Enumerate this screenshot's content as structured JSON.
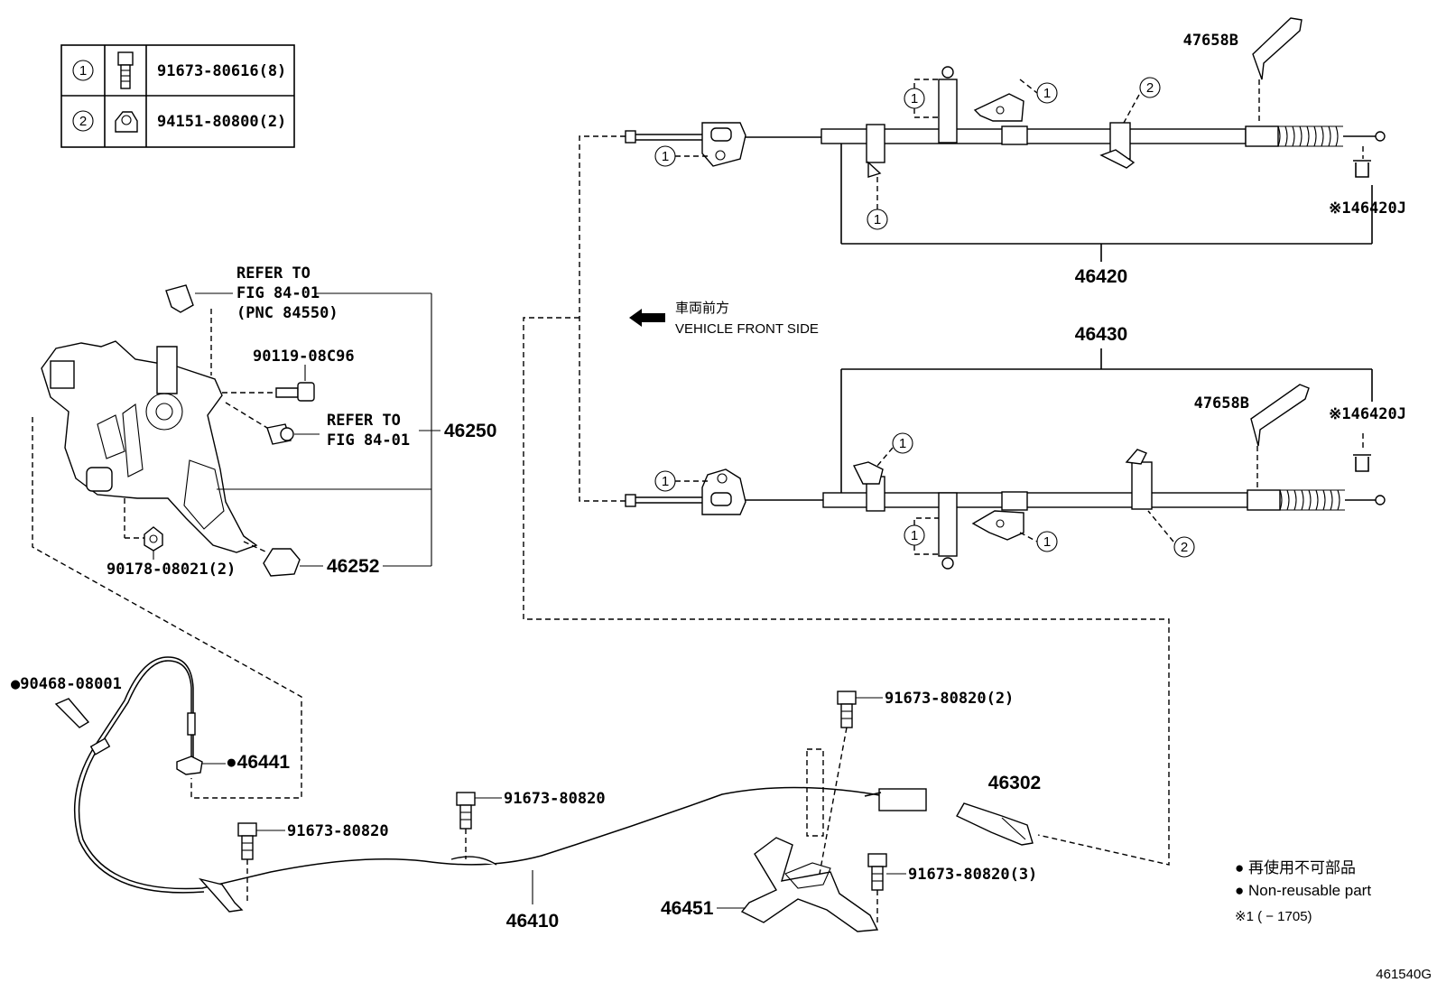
{
  "legend_table": {
    "rows": [
      {
        "mark": "1",
        "part": "91673-80616(8)"
      },
      {
        "mark": "2",
        "part": "94151-80800(2)"
      }
    ]
  },
  "direction": {
    "japanese": "車両前方",
    "english": "VEHICLE FRONT SIDE"
  },
  "callouts": {
    "p47658b_top": "47658B",
    "p46420j_top": "※146420J",
    "p46420": "46420",
    "p46430": "46430",
    "p47658b_bot": "47658B",
    "p46420j_bot": "※146420J",
    "refer1_l1": "REFER TO",
    "refer1_l2": "FIG 84-01",
    "refer1_l3": "(PNC 84550)",
    "p90119": "90119-08C96",
    "refer2_l1": "REFER TO",
    "refer2_l2": "FIG 84-01",
    "p46250": "46250",
    "p90178": "90178-08021(2)",
    "p46252": "46252",
    "p90468": "●90468-08001",
    "p46441": "●46441",
    "p91673_a": "91673-80820",
    "p91673_b": "91673-80820",
    "p91673_c": "91673-80820(2)",
    "p91673_d": "91673-80820(3)",
    "p46410": "46410",
    "p46451": "46451",
    "p46302": "46302",
    "circle_1": "1",
    "circle_2": "2"
  },
  "legend_notes": {
    "non_reusable_jp": "● 再使用不可部品",
    "non_reusable_en": "● Non-reusable part",
    "note1": "※1 (          − 1705)"
  },
  "figure_id": "461540G"
}
